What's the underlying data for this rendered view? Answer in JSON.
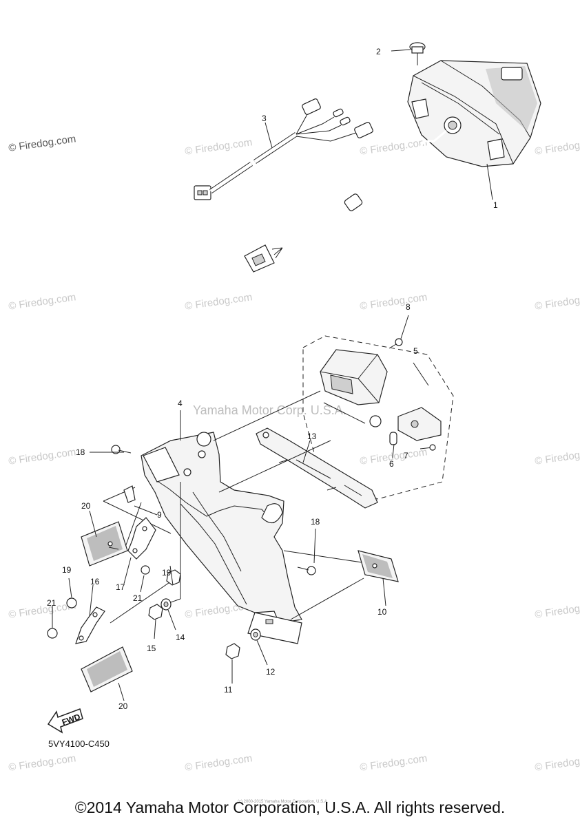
{
  "watermark": {
    "text": "© Firedog.com",
    "brand_overlay": "Yamaha Motor Corp. U.S.A."
  },
  "callouts": [
    "1",
    "2",
    "3",
    "4",
    "5",
    "6",
    "7",
    "8",
    "9",
    "10",
    "11",
    "12",
    "13",
    "14",
    "15",
    "16",
    "17",
    "18",
    "18",
    "19",
    "19",
    "20",
    "20",
    "21",
    "21"
  ],
  "fwd_label": "FWD",
  "diagram_code": "5VY4100-C450",
  "small_footer_note": "(c) 2000-2015 Yamaha Motor Corporation, U.S.A.",
  "copyright": "©2014 Yamaha Motor Corporation, U.S.A. All rights reserved."
}
